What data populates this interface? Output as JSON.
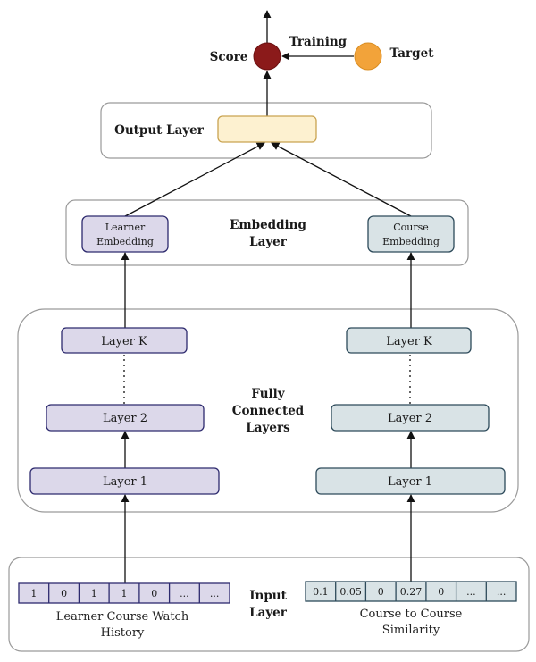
{
  "nodes": {
    "score": "Score",
    "training": "Training",
    "target": "Target",
    "output_layer": "Output Layer",
    "embedding_layer": [
      "Embedding",
      "Layer"
    ],
    "learner_embedding": [
      "Learner",
      "Embedding"
    ],
    "course_embedding": [
      "Course",
      "Embedding"
    ],
    "fully_connected": [
      "Fully",
      "Connected",
      "Layers"
    ],
    "left_layers": [
      "Layer K",
      "Layer 2",
      "Layer 1"
    ],
    "right_layers": [
      "Layer K",
      "Layer 2",
      "Layer 1"
    ],
    "input_layer": [
      "Input",
      "Layer"
    ],
    "learner_input_cells": [
      "1",
      "0",
      "1",
      "1",
      "0",
      "...",
      "..."
    ],
    "course_input_cells": [
      "0.1",
      "0.05",
      "0",
      "0.27",
      "0",
      "...",
      "..."
    ],
    "learner_input_caption": [
      "Learner Course Watch",
      "History"
    ],
    "course_input_caption": [
      "Course to Course",
      "Similarity"
    ]
  },
  "colors": {
    "score_node": "#8b1a1a",
    "target_node": "#f2a33a",
    "output_box": "#fdf1d0",
    "output_box_stroke": "#c9a350",
    "learner_fill": "#dcd8ea",
    "learner_stroke": "#2d2a6e",
    "course_fill": "#d9e3e6",
    "course_stroke": "#2d4a5a",
    "container_stroke": "#9a9a9a"
  }
}
